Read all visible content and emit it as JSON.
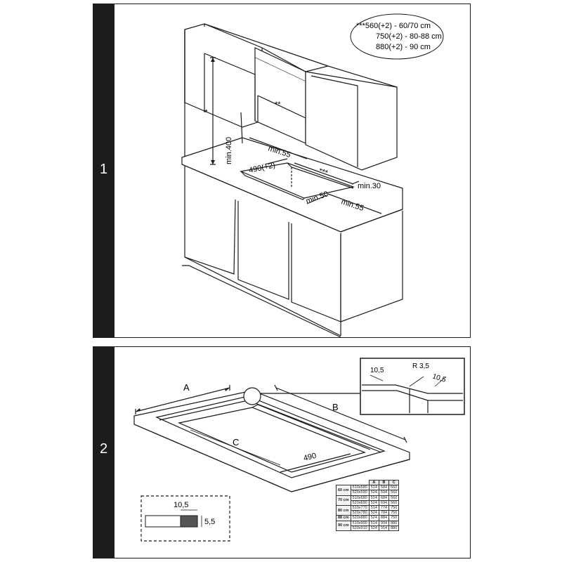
{
  "steps": [
    "1",
    "2"
  ],
  "panel1": {
    "spec_lines": [
      "***560(+2) - 60/70 cm",
      "750(+2) - 80-88 cm",
      "880(+2) - 90 cm"
    ],
    "labels": {
      "star": "*",
      "double_star": "**",
      "triple_star": "***",
      "min400": "min.400",
      "min55_top": "min.55",
      "dim490": "490(+2)",
      "min30": "min.30",
      "min50": "min.50",
      "min55_bottom": "min.55"
    }
  },
  "panel2": {
    "labels": {
      "A": "A",
      "B": "B",
      "C": "C",
      "dim490": "490"
    },
    "detail": {
      "d1": "10,5",
      "d2": "R 3,5",
      "d3": "10,5"
    },
    "section": {
      "w": "10,5",
      "h": "5,5"
    },
    "table": {
      "columns": [
        "A",
        "B",
        "C"
      ],
      "groups": [
        {
          "label": "60 cm",
          "rows": [
            [
              "510x580",
              "514",
              "584",
              "560"
            ],
            [
              "520x590",
              "524",
              "594",
              "560"
            ]
          ]
        },
        {
          "label": "70 cm",
          "rows": [
            [
              "510x680",
              "514",
              "684",
              "560"
            ],
            [
              "520x690",
              "524",
              "694",
              "560"
            ]
          ]
        },
        {
          "label": "80 cm",
          "rows": [
            [
              "510x770",
              "514",
              "774",
              "750"
            ],
            [
              "520x780",
              "524",
              "784",
              "750"
            ]
          ]
        },
        {
          "label": "88 cm",
          "rows": [
            [
              "520x880",
              "524",
              "884",
              "750"
            ]
          ]
        },
        {
          "label": "90 cm",
          "rows": [
            [
              "510x900",
              "514",
              "904",
              "880"
            ],
            [
              "520x910",
              "524",
              "914",
              "880"
            ]
          ]
        }
      ]
    }
  }
}
